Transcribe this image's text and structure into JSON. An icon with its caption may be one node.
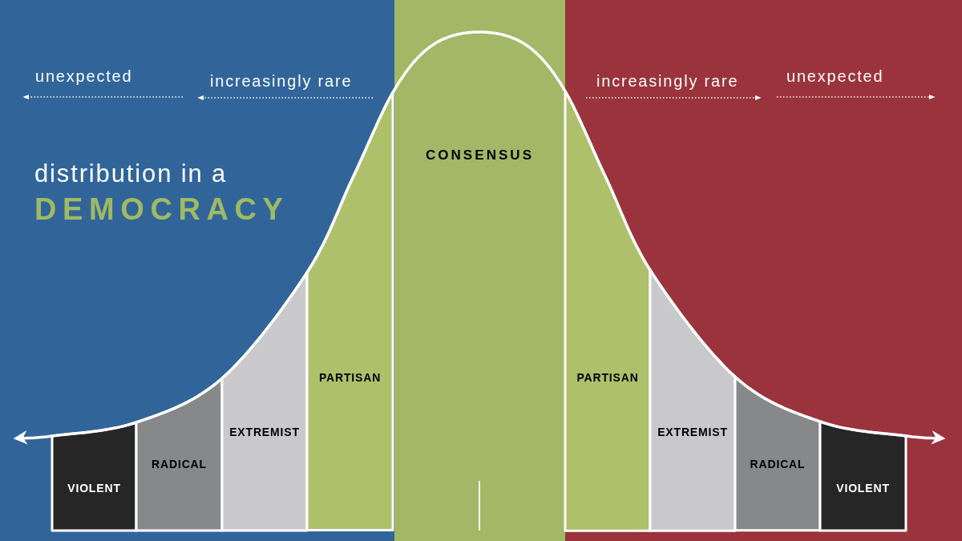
{
  "diagram": {
    "title": "distribution in a **DEMOCRACY**",
    "nodes": [
      {
        "text": [
          "VIOLENT"
        ]
      },
      {
        "text": [
          "RADICAL"
        ]
      },
      {
        "text": [
          "EXTREMIST"
        ]
      },
      {
        "text": [
          "PARTISAN"
        ]
      },
      {
        "text": [
          "CONSENSUS"
        ]
      },
      {
        "text": [
          "PARTISAN"
        ]
      },
      {
        "text": [
          "EXTREMIST"
        ]
      },
      {
        "text": [
          "RADICAL"
        ]
      },
      {
        "text": [
          "VIOLENT"
        ]
      }
    ],
    "labels": [
      "unexpected",
      "increasingly rare",
      "increasingly rare",
      "unexpected"
    ]
  }
}
